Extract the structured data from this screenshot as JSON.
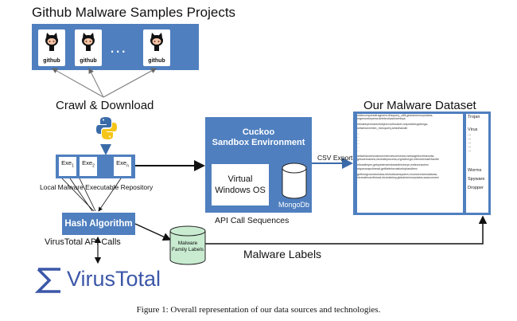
{
  "titles": {
    "github_panel": "Github Malware Samples Projects",
    "crawl": "Crawl & Download",
    "dataset": "Our Malware Dataset"
  },
  "github": {
    "card_label": "github",
    "ellipsis": "..."
  },
  "repository": {
    "label": "Local Malware Executable Repository",
    "exe_base": "Exe",
    "exe_subs": [
      "1",
      "2",
      "n"
    ]
  },
  "hash": {
    "label": "Hash Algorithm"
  },
  "virustotal": {
    "api_label": "VirusTotal API Calls",
    "logo_text": "VirusTotal"
  },
  "cuckoo": {
    "title_line1": "Cuckoo",
    "title_line2": "Sandbox Environment",
    "vm_line1": "Virtual",
    "vm_line2": "Windows OS",
    "mongo": "MongoDb",
    "api_sequences": "API Call Sequences"
  },
  "csv_export": "CSV Export",
  "family_labels": {
    "line1": "Malware",
    "line2": "Family Labels"
  },
  "malware_labels": "Malware Labels",
  "dataset": {
    "text_blocks": [
      "ntdlecompressfragment,dhsquery_utf8,globalmemorystatus, regenumkeyexw,deleteurlcacheentrya,",
      "ntmakepermanentobject,ioctlsocket,outputdebugstringa, setwinseventex_execquery,setsdhandle",
      "...",
      "...",
      "...",
      "...",
      "...",
      "...",
      "setwindowshookexw,internetconnectw,messageboxtimeoutw, getusernamea,ntcreateprocess,cryptdecrypt,internetcloseHandle",
      "ntloadkeyex,getsystemwindowsdirectorye,writeconsolew ntqueueapcthread,getfileinformationbyhandleex",
      "getforegroundwindow,ntshutdownsystem,enumservicesstatusw, ntcreatesuerthread,ntcreatekey,globalmemorystatus,wsaconnect"
    ],
    "labels": [
      "Trojan",
      "",
      "Virus",
      "...",
      "...",
      "...",
      "...",
      "...",
      "Worms",
      "Spyware",
      "Dropper"
    ]
  },
  "caption": "Figure 1: Overall representation of our data sources and technologies."
}
